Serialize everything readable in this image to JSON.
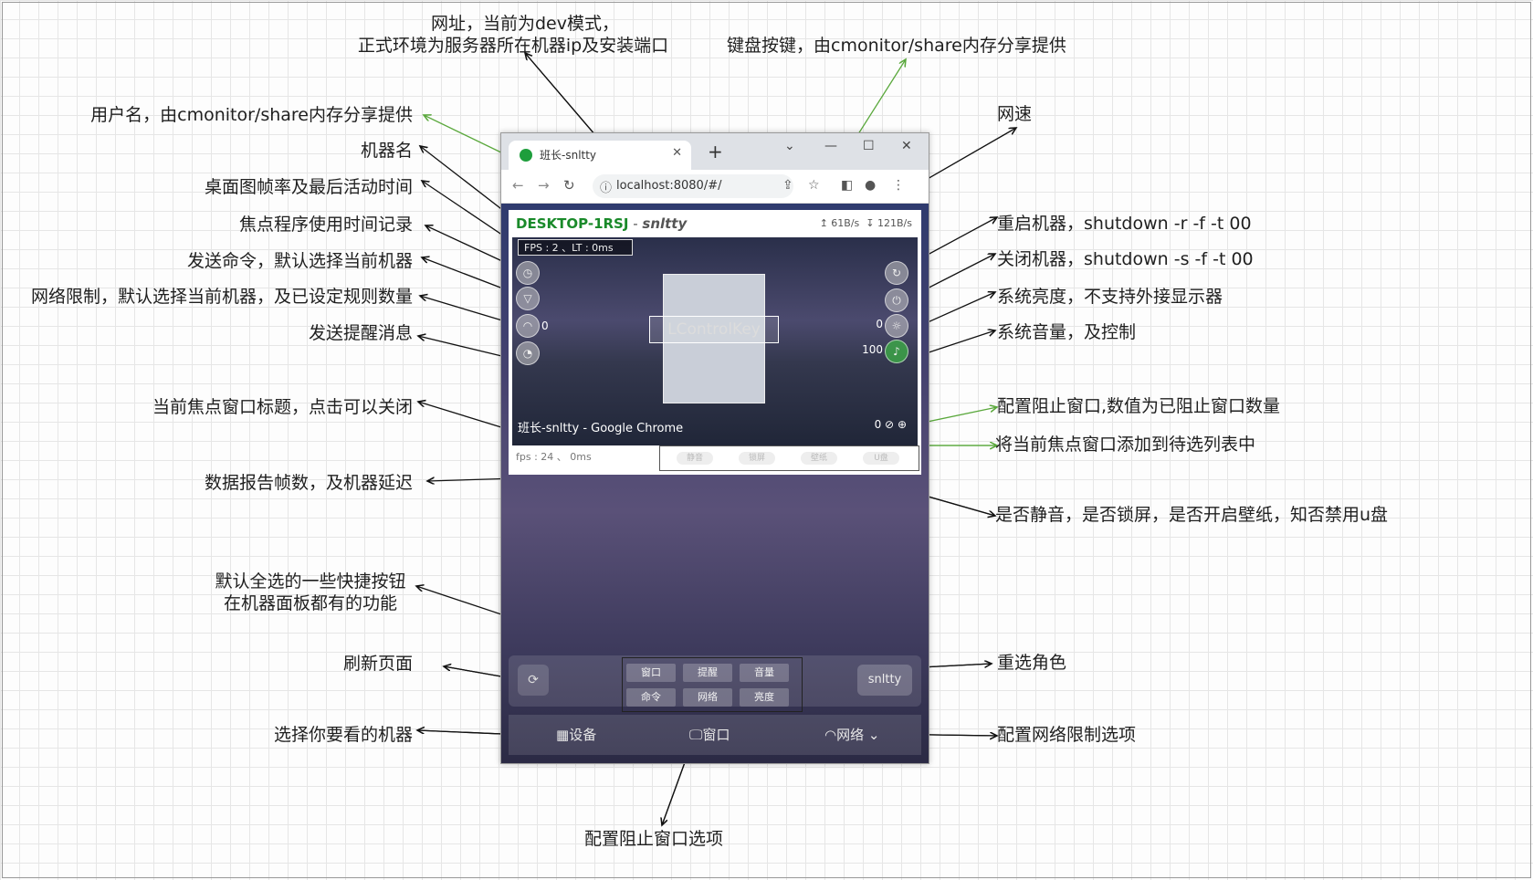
{
  "annotations": {
    "url_line1": "网址，当前为dev模式，",
    "url_line2": "正式环境为服务器所在机器ip及安装端口",
    "keyboard": "键盘按键，由cmonitor/share内存分享提供",
    "username": "用户名，由cmonitor/share内存分享提供",
    "machine_name": "机器名",
    "fps_time": "桌面图帧率及最后活动时间",
    "focus_time": "焦点程序使用时间记录",
    "send_cmd": "发送命令，默认选择当前机器",
    "net_limit": "网络限制，默认选择当前机器，及已设定规则数量",
    "send_msg": "发送提醒消息",
    "window_title": "当前焦点窗口标题，点击可以关闭",
    "data_report": "数据报告帧数，及机器延迟",
    "quick_line1": "默认全选的一些快捷按钮",
    "quick_line2": "在机器面板都有的功能",
    "refresh": "刷新页面",
    "select_machine": "选择你要看的机器",
    "net_speed": "网速",
    "reboot": "重启机器，shutdown -r -f -t 00",
    "shutdown": "关闭机器，shutdown -s -f -t 00",
    "brightness": "系统亮度，不支持外接显示器",
    "volume": "系统音量，及控制",
    "block_config": "配置阻止窗口,数值为已阻止窗口数量",
    "add_focus": "将当前焦点窗口添加到待选列表中",
    "toggles": "是否静音，是否锁屏，是否开启壁纸，知否禁用u盘",
    "reselect_role": "重选角色",
    "net_options": "配置网络限制选项",
    "block_options": "配置阻止窗口选项"
  },
  "browser": {
    "tab_title": "班长-snltty",
    "url": "localhost:8080/#/"
  },
  "machine": {
    "name": "DESKTOP-1RSJ",
    "separator": " - ",
    "user": "snltty",
    "up_speed": "↥ 61B/s",
    "down_speed": "↧ 121B/s",
    "fps_line": "FPS : 2 、LT : 0ms",
    "net_rule_count": "0",
    "block_count": "0",
    "brightness_value": "0",
    "volume_value": "100",
    "key_pressed": "LControlKey",
    "window_title": "班长-snltty - Google Chrome",
    "focus_count": "0",
    "report": "fps : 24 、 0ms",
    "toggles": [
      "静音",
      "锁屏",
      "壁纸",
      "U盘"
    ]
  },
  "quick_buttons": [
    "窗口",
    "提醒",
    "音量",
    "命令",
    "网络",
    "亮度"
  ],
  "role": "snltty",
  "bottom_nav": [
    "设备",
    "窗口",
    "网络"
  ]
}
